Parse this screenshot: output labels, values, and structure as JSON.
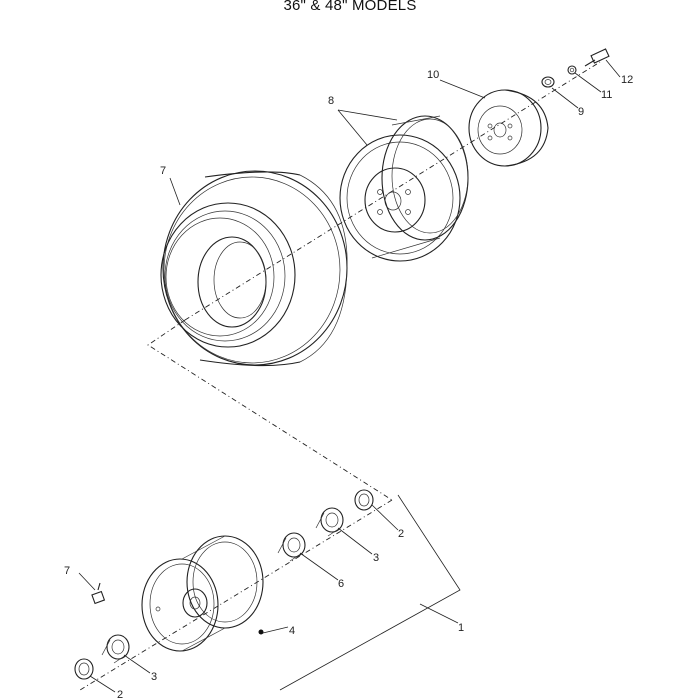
{
  "title": "36\" & 48\" MODELS",
  "callouts": {
    "c1": "1",
    "c2_top": "2",
    "c2_bottom": "2",
    "c3_top": "3",
    "c3_bottom": "3",
    "c4": "4",
    "c6": "6",
    "c7_tire": "7",
    "c7_fitting": "7",
    "c8": "8",
    "c9": "9",
    "c10": "10",
    "c11": "11",
    "c12": "12"
  }
}
